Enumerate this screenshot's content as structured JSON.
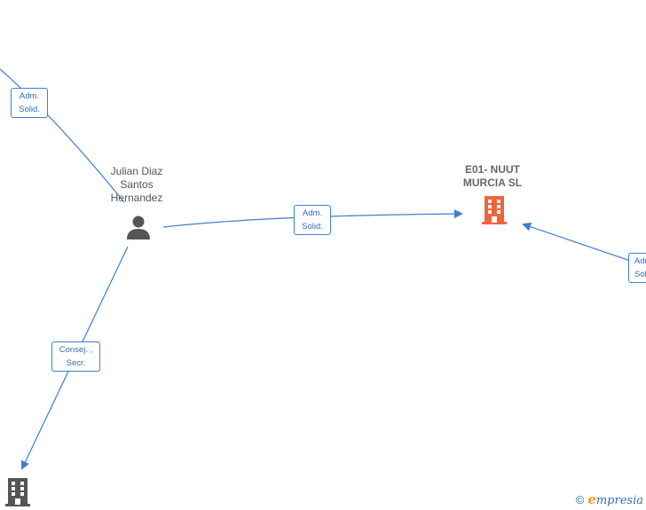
{
  "nodes": {
    "person": {
      "name_line1": "Julian Diaz",
      "name_line2": "Santos",
      "name_line3": "Hernandez",
      "icon": "person-icon"
    },
    "company_main": {
      "name_line1": "E01- NUUT",
      "name_line2": "MURCIA  SL",
      "icon": "building-icon",
      "color": "#f0643c"
    },
    "company_bottom": {
      "icon": "building-icon",
      "color": "#555555"
    }
  },
  "edges": {
    "top_left": {
      "line1": "Adm.",
      "line2": "Solid."
    },
    "person_to_company": {
      "line1": "Adm.",
      "line2": "Solid."
    },
    "person_to_bottom": {
      "line1": "Consej. ,",
      "line2": "Secr."
    },
    "right_to_company": {
      "line1": "Adm.",
      "line2": "Solid."
    }
  },
  "footer": {
    "copyright": "©",
    "brand_rest": "mpresia",
    "brand_first": "e"
  },
  "colors": {
    "edge": "#3d7fcf",
    "company_accent": "#f0643c",
    "neutral_icon": "#555555"
  }
}
